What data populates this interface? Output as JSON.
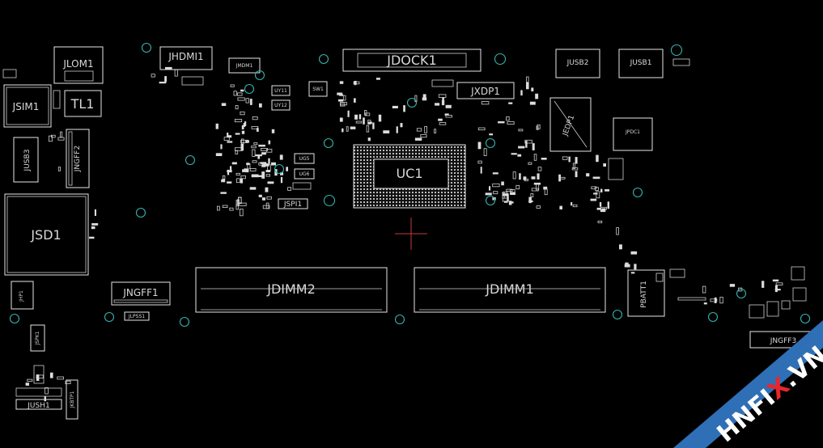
{
  "labels": {
    "jdock1": "JDOCK1",
    "jhdmi1": "JHDMI1",
    "jlom1": "JLOM1",
    "jsim1": "JSIM1",
    "tl1": "TL1",
    "jusb3": "JUSB3",
    "jngff2": "JNGFF2",
    "jsd1": "JSD1",
    "jhp1": "JHP1",
    "jspk1": "JSPK1",
    "jush1": "JUSH1",
    "jkbtp1": "JKBTP1",
    "jngff1": "JNGFF1",
    "jlpss1": "JLPSS1",
    "jdimm2": "JDIMM2",
    "jdimm1": "JDIMM1",
    "uc1": "UC1",
    "jspi1": "JSPI1",
    "jxdp1": "JXDP1",
    "jedp1": "JEDP1",
    "jusb2": "JUSB2",
    "jusb1": "JUSB1",
    "jpdc1": "JPDC1",
    "pbatt1": "PBATT1",
    "jngff3": "JNGFF3",
    "sw1": "SW1",
    "ug5": "UG5",
    "ug6": "UG6",
    "uy11": "UY11",
    "uy12": "UY12",
    "jmdm1": "JMDM1"
  },
  "watermark": {
    "text_left": "HNFI",
    "text_accent": "X",
    "text_right": ".VN",
    "accent_color": "#e8262b",
    "band_color": "#2f6fb6"
  },
  "colors": {
    "background": "#000000",
    "outline": "#e6e6e6",
    "mounting_hole": "#35b3ae",
    "crosshair": "#c23b3b"
  }
}
